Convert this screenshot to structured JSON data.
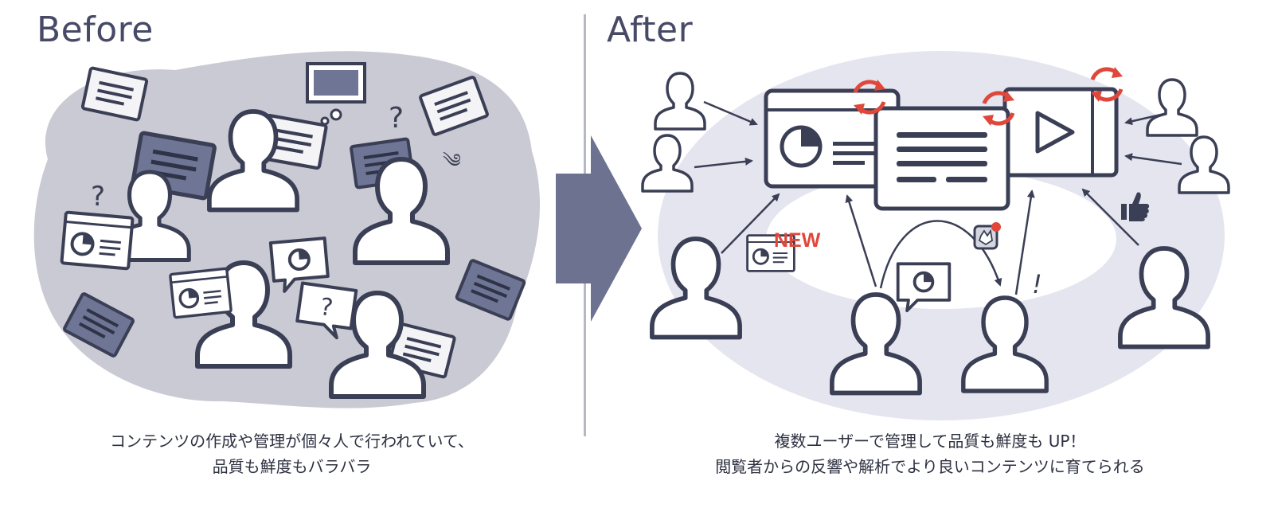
{
  "before": {
    "title": "Before",
    "caption_line1": "コンテンツの作成や管理が個々人で行われていて、",
    "caption_line2": "品質も鮮度もバラバラ"
  },
  "after": {
    "title": "After",
    "badge_new": "NEW",
    "caption_line1": "複数ユーザーで管理して品質も鮮度も UP！",
    "caption_line2": "閲覧者からの反響や解析でより良いコンテンツに育てられる"
  },
  "colors": {
    "ink": "#3b3f55",
    "blob": "#c9cad3",
    "ellipse": "#e4e5ef",
    "dark_card": "#6f7595",
    "accent_red": "#e0473a",
    "arrow": "#6c7290"
  },
  "icons": [
    "person-icon",
    "document-icon",
    "chart-card-icon",
    "speech-bubble-icon",
    "question-mark-icon",
    "refresh-icon",
    "play-icon",
    "thumbs-up-icon",
    "notification-icon"
  ]
}
